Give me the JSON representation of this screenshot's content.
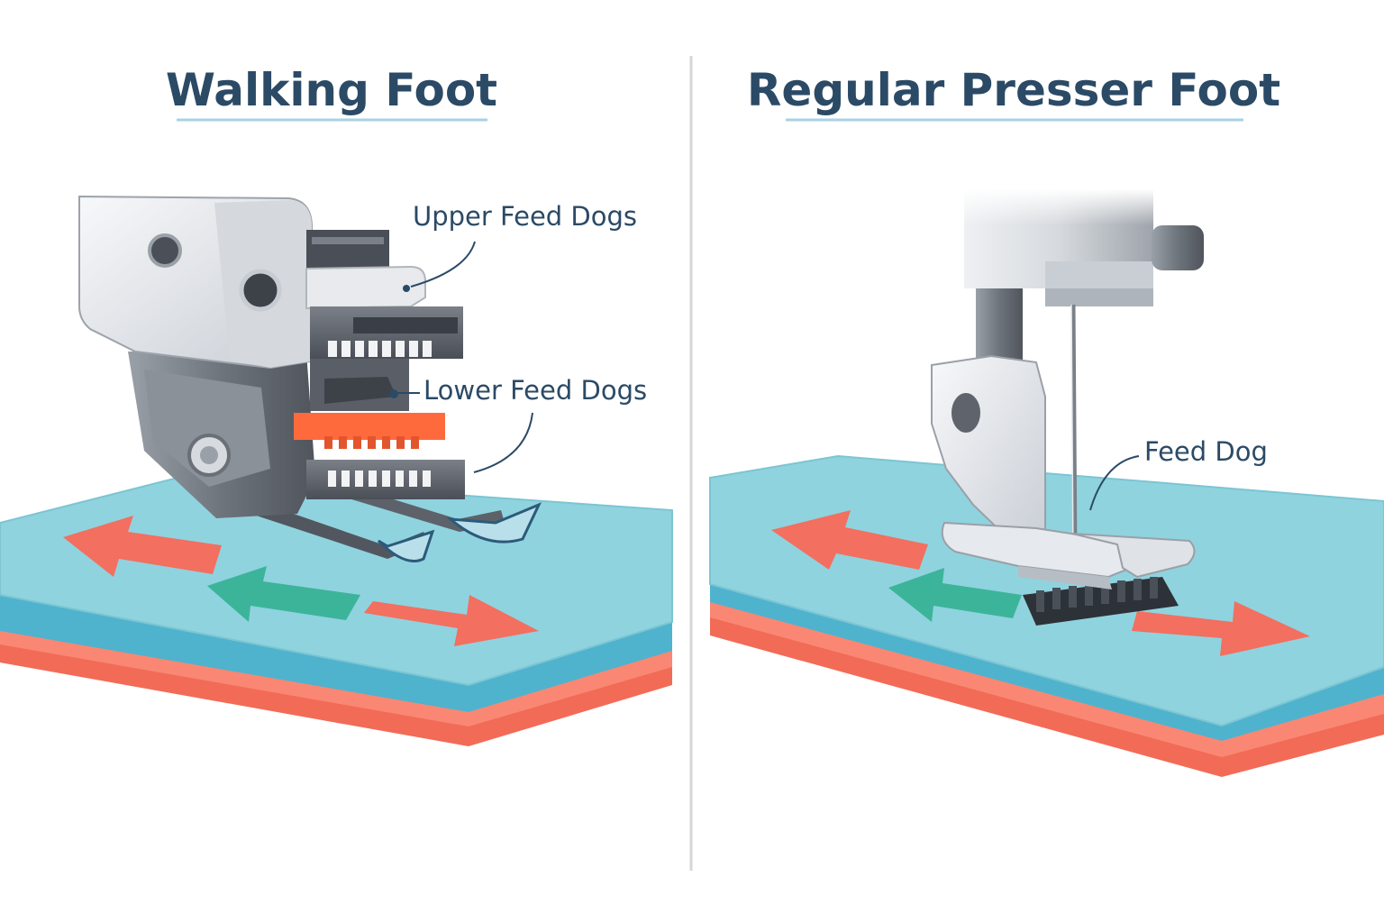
{
  "panels": [
    {
      "title": "Walking Foot",
      "labels": {
        "upper": "Upper Feed Dogs",
        "lower": "Lower Feed Dogs"
      }
    },
    {
      "title": "Regular Presser Foot",
      "labels": {
        "feed": "Feed Dog"
      }
    }
  ],
  "colors": {
    "title": "#2b4a66",
    "underline": "#a8d2e4",
    "divider": "#d4d4d4",
    "fabric_top": "#8fd3df",
    "fabric_mid": "#4fb3cd",
    "fabric_bottom": "#f26b57",
    "arrow_red": "#f36f5f",
    "arrow_green": "#3cb49a",
    "feed_dog_orange": "#ff6a3d",
    "metal_light": "#e6e9ed",
    "metal_dark": "#6b7078"
  },
  "icons": [
    "walking-foot-icon",
    "presser-foot-icon",
    "needle-icon",
    "feed-dog-icon"
  ]
}
